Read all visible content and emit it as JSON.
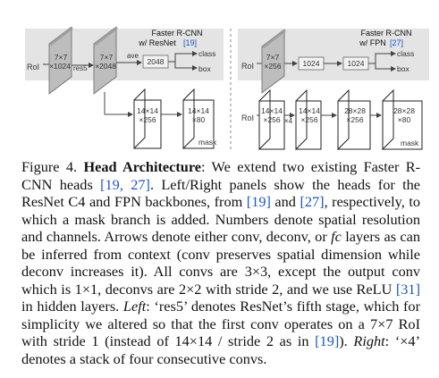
{
  "figure": {
    "left": {
      "title_line1": "Faster R-CNN",
      "title_line2": "w/ ResNet",
      "title_ref": "[19]",
      "roi": "RoI",
      "box1_line1": "7×7",
      "box1_line2": "×1024",
      "res5": "res5",
      "box2_line1": "7×7",
      "box2_line2": "×2048",
      "ave": "ave",
      "fc_value": "2048",
      "class_label": "class",
      "box_label": "box",
      "mask_box1_line1": "14×14",
      "mask_box1_line2": "×256",
      "mask_box2_line1": "14×14",
      "mask_box2_line2": "×80",
      "mask_label": "mask"
    },
    "right": {
      "title_line1": "Faster R-CNN",
      "title_line2": "w/ FPN",
      "title_ref": "[27]",
      "roi_top": "RoI",
      "box1_line1": "7×7",
      "box1_line2": "×256",
      "fc1_value": "1024",
      "fc2_value": "1024",
      "class_label": "class",
      "box_label": "box",
      "roi_bottom": "RoI",
      "mb1_line1": "14×14",
      "mb1_line2": "×256",
      "x4": "×4",
      "mb2_line1": "14×14",
      "mb2_line2": "×256",
      "mb3_line1": "28×28",
      "mb3_line2": "×256",
      "mb4_line1": "28×28",
      "mb4_line2": "×80",
      "mask_label": "mask"
    }
  },
  "caption": {
    "fig_label": "Figure 4.",
    "title": "Head Architecture",
    "t1": ": We extend two existing Faster R-CNN heads ",
    "r1": "[19, 27]",
    "t2": ". Left/Right panels show the heads for the ResNet C4 and FPN backbones, from ",
    "r2": "[19]",
    "t3": " and ",
    "r3": "[27]",
    "t4": ", respectively, to which a mask branch is added. Numbers denote spatial resolution and channels. Arrows denote either conv, deconv, or ",
    "fc": "fc",
    "t5": " layers as can be inferred from context (conv preserves spatial dimension while deconv increases it). All convs are 3×3, except the output conv which is 1×1, deconvs are 2×2 with stride 2, and we use ReLU ",
    "r4": "[31]",
    "t6": " in hidden layers. ",
    "left_word": "Left",
    "t7": ": ‘res5’ denotes ResNet’s fifth stage, which for simplicity we altered so that the first conv operates on a 7×7 RoI with stride 1 (instead of 14×14 / stride 2 as in ",
    "r5": "[19]",
    "t8": "). ",
    "right_word": "Right",
    "t9": ": ‘×4’ denotes a stack of four consecutive convs."
  }
}
